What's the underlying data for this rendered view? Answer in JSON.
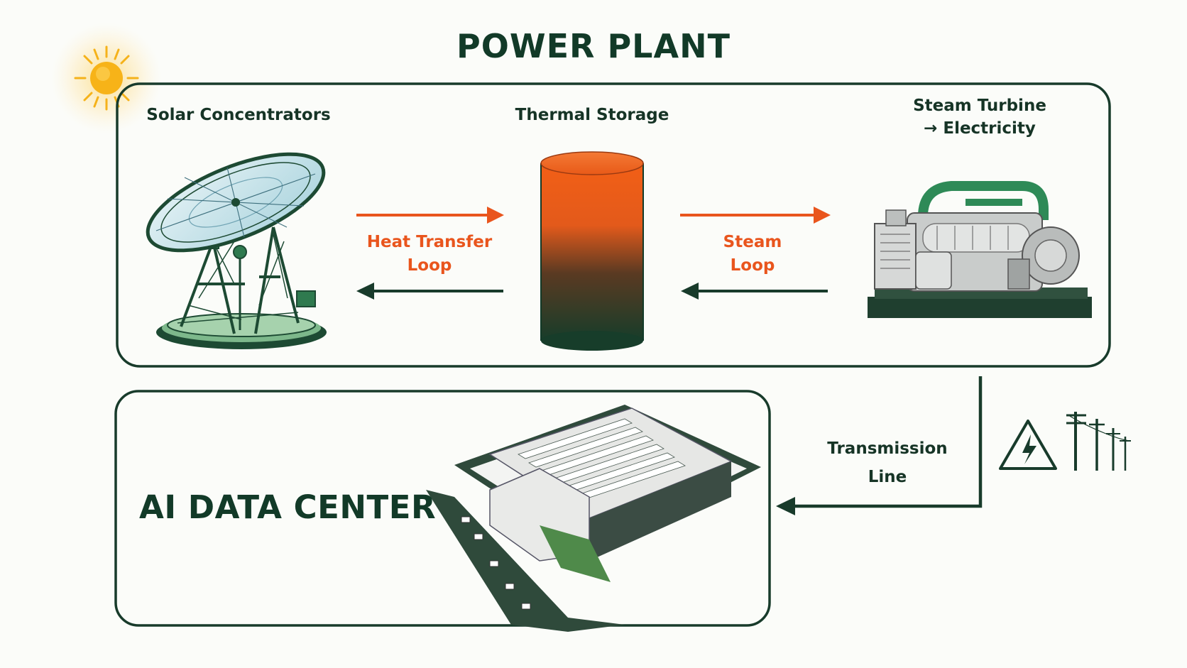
{
  "title": "POWER PLANT",
  "components": {
    "solar": "Solar Concentrators",
    "storage": "Thermal Storage",
    "turbine_line1": "Steam Turbine",
    "turbine_line2": "→ Electricity"
  },
  "loops": {
    "heat_line1": "Heat Transfer",
    "heat_line2": "Loop",
    "steam_line1": "Steam",
    "steam_line2": "Loop"
  },
  "transmission": {
    "line1": "Transmission",
    "line2": "Line"
  },
  "datacenter": "AI DATA CENTER",
  "colors": {
    "dark_green": "#123a28",
    "accent_orange": "#e9551d",
    "sun": "#f5b21a",
    "light_green": "#8fc49a"
  },
  "icons": [
    "sun-icon",
    "solar-dish-icon",
    "storage-tank-icon",
    "turbine-icon",
    "high-voltage-icon",
    "power-pole-icon",
    "datacenter-building-icon"
  ]
}
